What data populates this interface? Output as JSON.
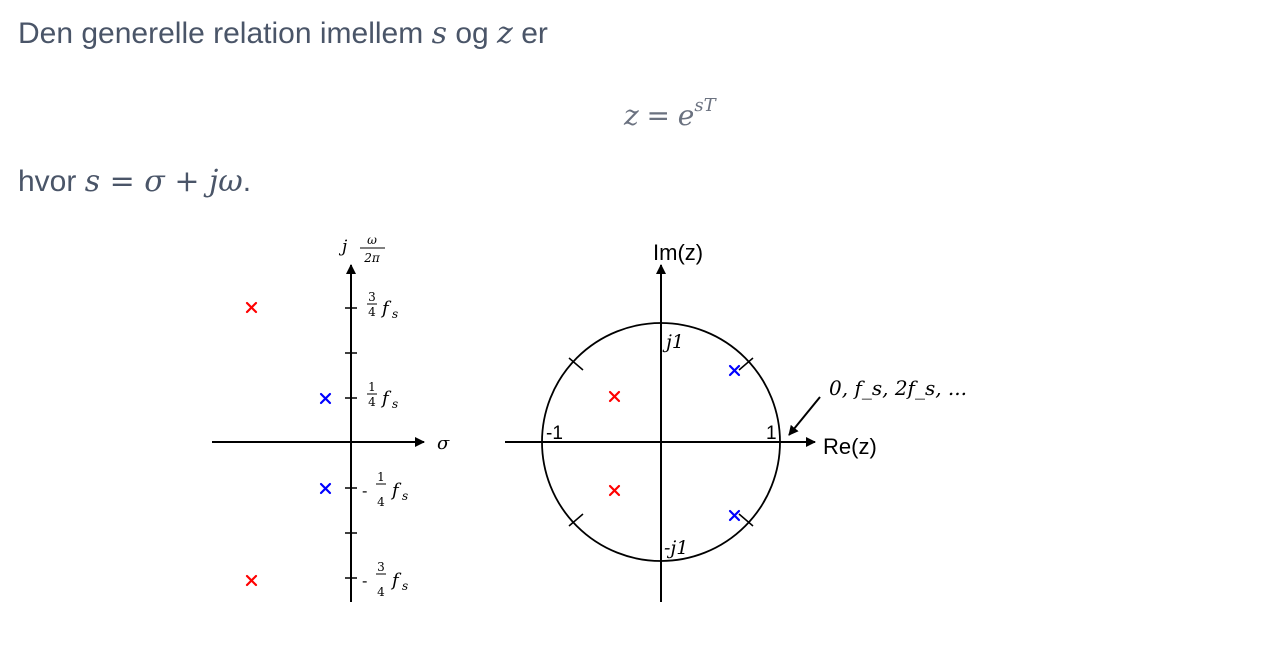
{
  "intro": {
    "text1": "Den generelle relation imellem",
    "var_s": "s",
    "text2": "og",
    "var_z": "z",
    "text3": "er"
  },
  "equation": {
    "lhs": "z",
    "eq": "=",
    "base": "e",
    "exp": "sT"
  },
  "where": {
    "text": "hvor",
    "formula": "s = σ + jω",
    "end": "."
  },
  "s_plane": {
    "y_axis_prefix": "j",
    "y_axis_frac_num": "ω",
    "y_axis_frac_den": "2π",
    "x_axis_label": "σ",
    "ticks": [
      {
        "sign": "",
        "num": "3",
        "den": "4",
        "unit": "f",
        "sub": "s"
      },
      {
        "sign": "",
        "num": "1",
        "den": "4",
        "unit": "f",
        "sub": "s"
      },
      {
        "sign": "-",
        "num": "1",
        "den": "4",
        "unit": "f",
        "sub": "s"
      },
      {
        "sign": "-",
        "num": "3",
        "den": "4",
        "unit": "f",
        "sub": "s"
      }
    ],
    "marker_colors": {
      "red": "#ff0000",
      "blue": "#0000ff"
    }
  },
  "z_plane": {
    "y_axis_label": "Im(z)",
    "x_axis_label": "Re(z)",
    "j1": "j1",
    "neg_j1": "-j1",
    "one": "1",
    "neg_one": "-1",
    "annotation": "0, f_s, 2f_s, ..."
  }
}
